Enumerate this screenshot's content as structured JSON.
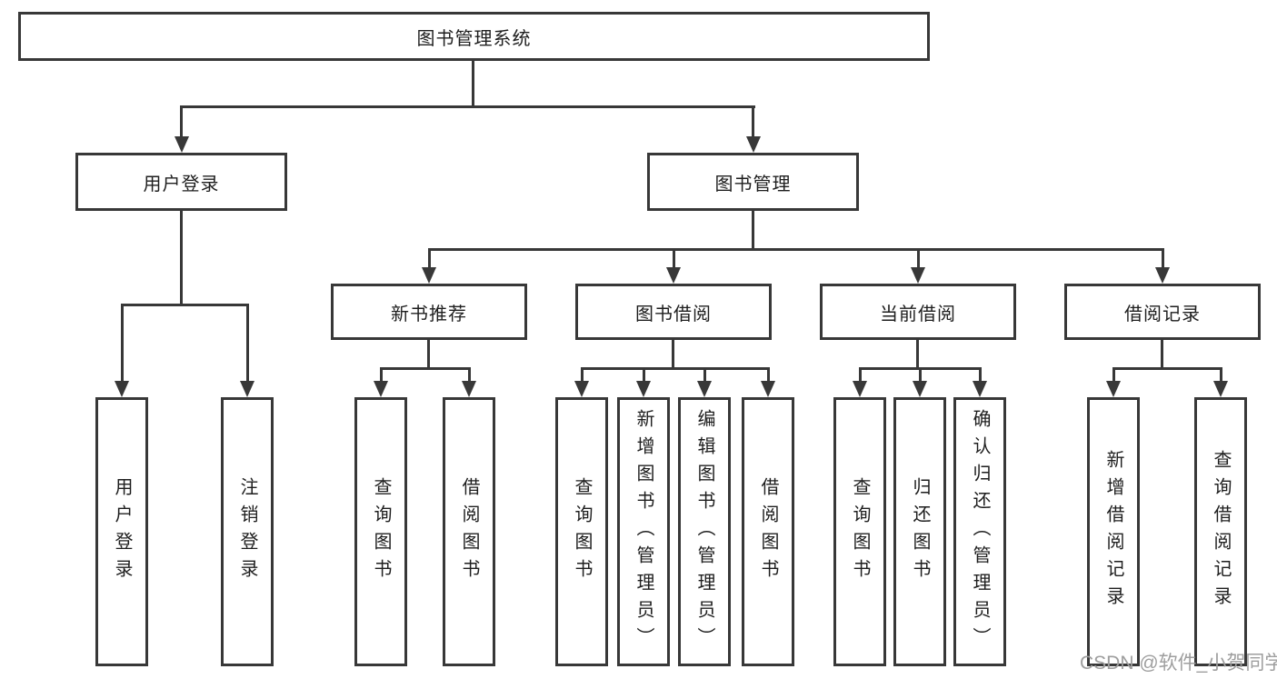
{
  "diagram": {
    "type": "hierarchy-tree",
    "watermark": "CSDN @软件_小贺同学",
    "colors": {
      "line": "#383838",
      "box_border": "#383838",
      "text": "#1e1e1e",
      "background": "#ffffff",
      "watermark": "#9e9e9e"
    },
    "tree": {
      "label": "图书管理系统",
      "children": [
        {
          "label": "用户登录",
          "children": [
            {
              "label": "用户登录"
            },
            {
              "label": "注销登录"
            }
          ]
        },
        {
          "label": "图书管理",
          "children": [
            {
              "label": "新书推荐",
              "children": [
                {
                  "label": "查询图书"
                },
                {
                  "label": "借阅图书"
                }
              ]
            },
            {
              "label": "图书借阅",
              "children": [
                {
                  "label": "查询图书"
                },
                {
                  "label": "新增图书（管理员）"
                },
                {
                  "label": "编辑图书（管理员）"
                },
                {
                  "label": "借阅图书"
                }
              ]
            },
            {
              "label": "当前借阅",
              "children": [
                {
                  "label": "查询图书"
                },
                {
                  "label": "归还图书"
                },
                {
                  "label": "确认归还（管理员）"
                }
              ]
            },
            {
              "label": "借阅记录",
              "children": [
                {
                  "label": "新增借阅记录"
                },
                {
                  "label": "查询借阅记录"
                }
              ]
            }
          ]
        }
      ]
    }
  }
}
